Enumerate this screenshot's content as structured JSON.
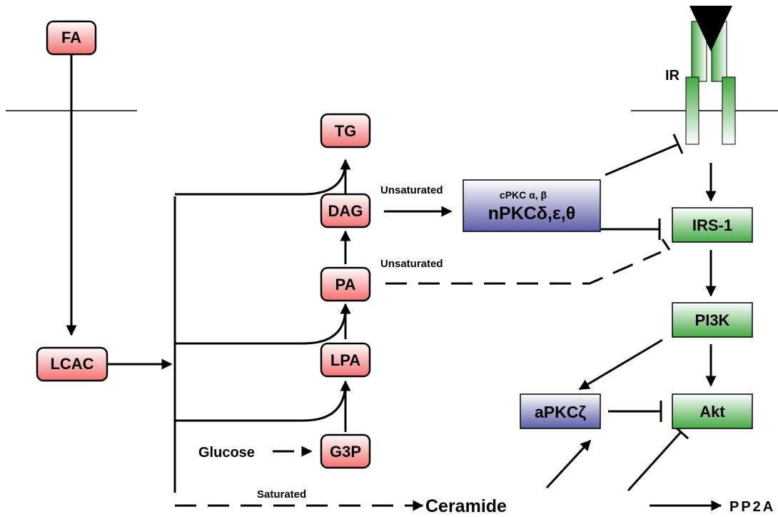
{
  "nodes": {
    "fa": "FA",
    "lcac": "LCAC",
    "tg": "TG",
    "dag": "DAG",
    "pa": "PA",
    "lpa": "LPA",
    "g3p": "G3P",
    "pkc_top": "cPKC α, β",
    "pkc_bottom": "nPKCδ,ε,θ",
    "irs1": "IRS-1",
    "pi3k": "PI3K",
    "akt": "Akt",
    "apkc": "aPKCζ",
    "ir": "IR"
  },
  "labels": {
    "unsaturated_dag": "Unsaturated",
    "unsaturated_pa": "Unsaturated",
    "saturated": "Saturated",
    "glucose": "Glucose",
    "ceramide": "Ceramide",
    "pp2a": "PP2A"
  },
  "colors": {
    "lipid_node": "#f26f6f",
    "pkc_node": "#5b5ba8",
    "signaling_node": "#43a843"
  }
}
